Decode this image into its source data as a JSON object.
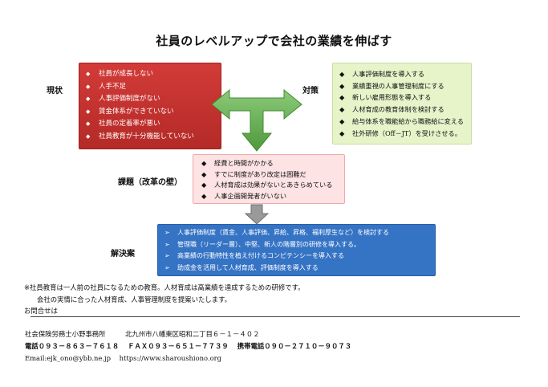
{
  "title": "社員のレベルアップで会社の業績を伸ばす",
  "labels": {
    "current": "現状",
    "measures": "対策",
    "issues": "課題（改革の壁）",
    "solutions": "解決案"
  },
  "current_items": [
    "社員が成長しない",
    "人手不足",
    "人事評価制度がない",
    "賃金体系ができていない",
    "社員の定着率が悪い",
    "社員教育が十分機能していない"
  ],
  "measure_items": [
    "人事評価制度を導入する",
    "業績重視の人事管理制度にする",
    "新しい雇用形態を導入する",
    "人材育成の教育体制を検討する",
    "給与体系を職能給から職務給に変える",
    "社外研修（Off－JT）を受けさせる。"
  ],
  "issue_items": [
    "経費と時間がかかる",
    "すでに制度があり改定は困難だ",
    "人材育成は効果がないとあきらめている",
    "人事企画開発者がいない"
  ],
  "solution_items": [
    "人事評価制度（賃金、人事評価、昇給、昇格、福利厚生など）を検討する",
    "管理職（リーダー層）、中堅、新人の階層別の研修を導入する。",
    "高業績の行動特性を植え付けるコンピテンシーを導入する",
    "助成金を活用して人材育成、評価制度を導入する"
  ],
  "bullets": {
    "diamond": "◆",
    "arrow": "➢"
  },
  "notes": [
    "※社員教育は一人前の社員になるための教育。人材育成は高業績を達成するための研修です。",
    "会社の実情に合った人材育成、人事管理制度を提案いたします。",
    "お問合せは"
  ],
  "contact": {
    "office": "社会保険労務士小野事務所",
    "address": "北九州市八幡東区昭和二丁目６－１－４０２",
    "phone_label": "電話",
    "phone": "０９３－８６３－７６１８",
    "fax_label": "ＦＡＸ",
    "fax": "０９３－６５１－７７３９",
    "mobile_label": "携帯電話",
    "mobile": "０９０－２７１０－９０７３",
    "email": "Email:ejk_ono@ybb.ne.jp",
    "website": "https://www.sharoushiono.org"
  },
  "colors": {
    "current_box": "#c8302d",
    "measures_box": "#e7f3c9",
    "issues_box": "#fde3e4",
    "solutions_box": "#3573c4",
    "arrow_green": "#5ea84a",
    "arrow_gray": "#9a9a9a"
  }
}
